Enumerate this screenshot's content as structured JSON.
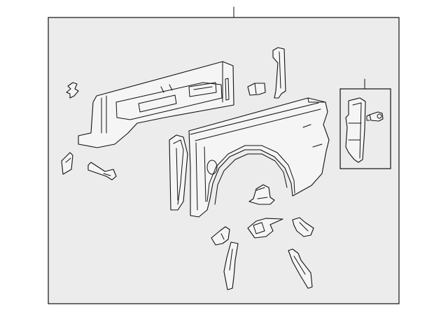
{
  "diagram": {
    "background_color": "#ececec",
    "line_color": "#111111",
    "part_fill_color": "#f5f5f5",
    "callouts": [
      {
        "id": "assembly-callout",
        "label": ""
      },
      {
        "id": "inset-callout",
        "label": ""
      }
    ],
    "parts": [
      "inner-bed-side-panel",
      "outer-fender-panel",
      "front-pillar-reinforcement",
      "upper-vertical-bracket",
      "small-corner-bracket",
      "left-clip",
      "left-small-bracket",
      "left-angled-brace",
      "center-support-bracket",
      "lower-left-bracket",
      "lower-center-bracket",
      "lower-right-bracket",
      "lower-left-strip",
      "lower-right-strip",
      "inset-side-panel",
      "inset-clip"
    ]
  }
}
